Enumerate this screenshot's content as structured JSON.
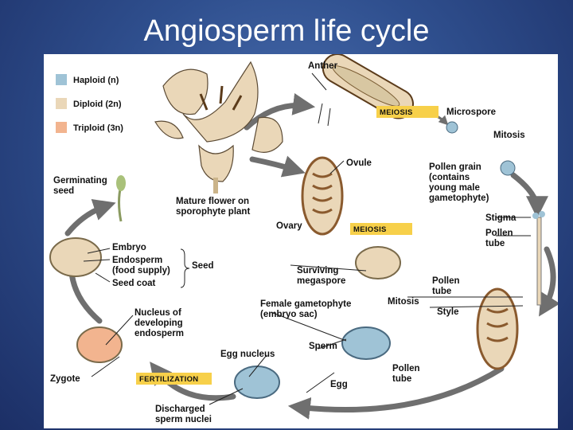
{
  "title": "Angiosperm life cycle",
  "legend": [
    {
      "label": "Haploid (n)",
      "color": "#9fc3d6"
    },
    {
      "label": "Diploid (2n)",
      "color": "#ead7b8"
    },
    {
      "label": "Triploid (3n)",
      "color": "#f2b48f"
    }
  ],
  "labels": {
    "anther": "Anther",
    "meiosis_top": "MEIOSIS",
    "microspore": "Microspore",
    "mitosis_right": "Mitosis",
    "pollen_grain_1": "Pollen grain",
    "pollen_grain_2": "(contains",
    "pollen_grain_3": "young male",
    "pollen_grain_4": "gametophyte)",
    "stigma": "Stigma",
    "pollen_tube_1a": "Pollen",
    "pollen_tube_1b": "tube",
    "ovule": "Ovule",
    "mature_flower_1": "Mature flower on",
    "mature_flower_2": "sporophyte plant",
    "ovary": "Ovary",
    "meiosis_mid": "MEIOSIS",
    "germinating_1": "Germinating",
    "germinating_2": "seed",
    "embryo": "Embryo",
    "endosperm_1": "Endosperm",
    "endosperm_2": "(food supply)",
    "seed_coat": "Seed coat",
    "seed": "Seed",
    "surviving_1": "Surviving",
    "surviving_2": "megaspore",
    "pollen_tube_2a": "Pollen",
    "pollen_tube_2b": "tube",
    "mitosis_center": "Mitosis",
    "style": "Style",
    "female_1": "Female gametophyte",
    "female_2": "(embryo sac)",
    "nucleus_1": "Nucleus of",
    "nucleus_2": "developing",
    "nucleus_3": "endosperm",
    "egg_nucleus": "Egg nucleus",
    "sperm": "Sperm",
    "zygote": "Zygote",
    "fertilization": "FERTILIZATION",
    "egg": "Egg",
    "pollen_tube_3a": "Pollen",
    "pollen_tube_3b": "tube",
    "discharged_1": "Discharged",
    "discharged_2": "sperm nuclei"
  },
  "colors": {
    "process_box": "#f7d04a",
    "arrow": "#6f6f6f",
    "haploid": "#9fc3d6",
    "diploid": "#ead7b8",
    "triploid": "#f2b48f",
    "ovary_brown": "#8a5a2e"
  }
}
